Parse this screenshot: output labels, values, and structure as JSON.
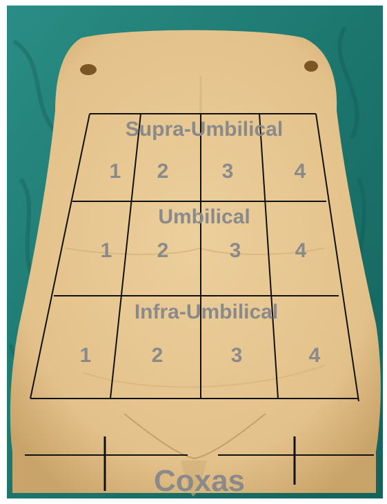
{
  "colors": {
    "drape": "#1f7f78",
    "drape_dark": "#146158",
    "skin": "#e6c690",
    "skin_shadow": "#c9a46a",
    "grid_line": "#111111",
    "label": "#8a8a8a",
    "nipple": "#7a5624",
    "frame": "#ffffff"
  },
  "regions": [
    {
      "title": "Supra-Umbilical",
      "numbers": [
        "1",
        "2",
        "3",
        "4"
      ]
    },
    {
      "title": "Umbilical",
      "numbers": [
        "1",
        "2",
        "3",
        "4"
      ]
    },
    {
      "title": "Infra-Umbilical",
      "numbers": [
        "1",
        "2",
        "3",
        "4"
      ]
    }
  ],
  "thighs": {
    "title": "Coxas"
  }
}
